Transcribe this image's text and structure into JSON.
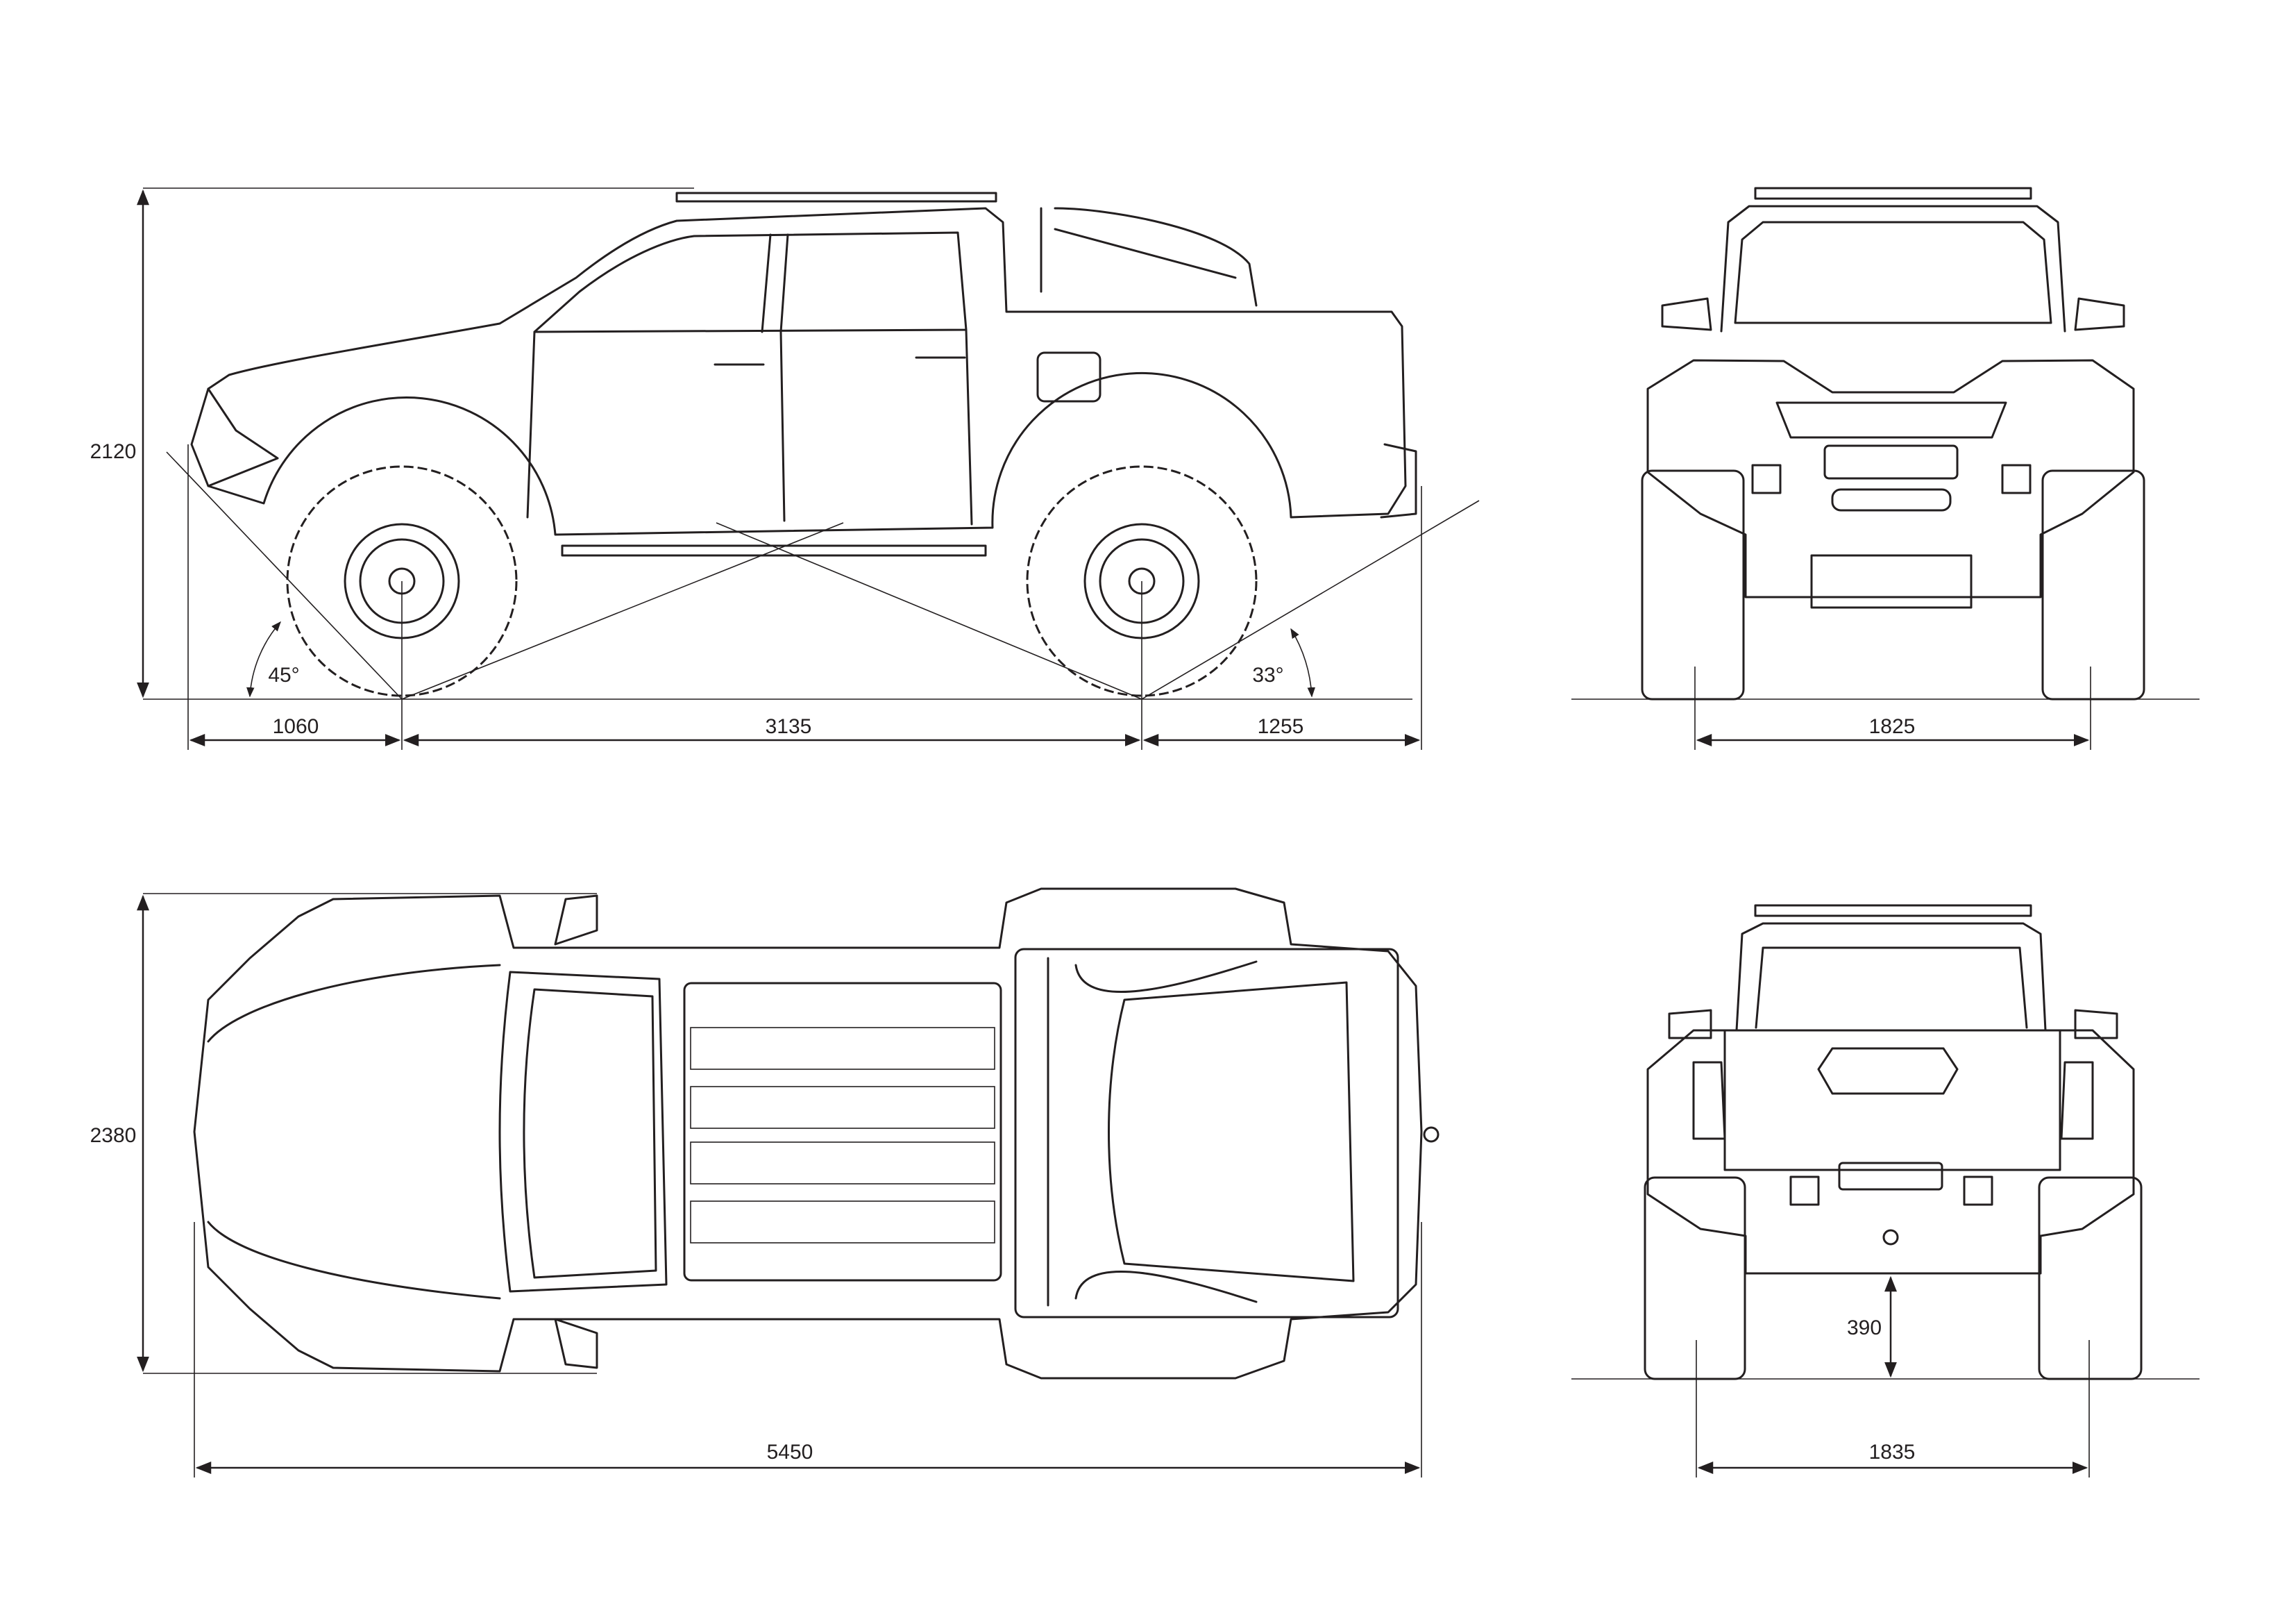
{
  "side_view": {
    "height": "2120",
    "front_overhang": "1060",
    "wheelbase": "3135",
    "rear_overhang": "1255",
    "approach_angle": "45°",
    "departure_angle": "33°"
  },
  "front_view": {
    "track_width": "1825"
  },
  "top_view": {
    "width": "2380",
    "length": "5450"
  },
  "rear_view": {
    "ground_clearance": "390",
    "track_width": "1835"
  },
  "colors": {
    "line": "#231f20",
    "background": "#ffffff"
  }
}
